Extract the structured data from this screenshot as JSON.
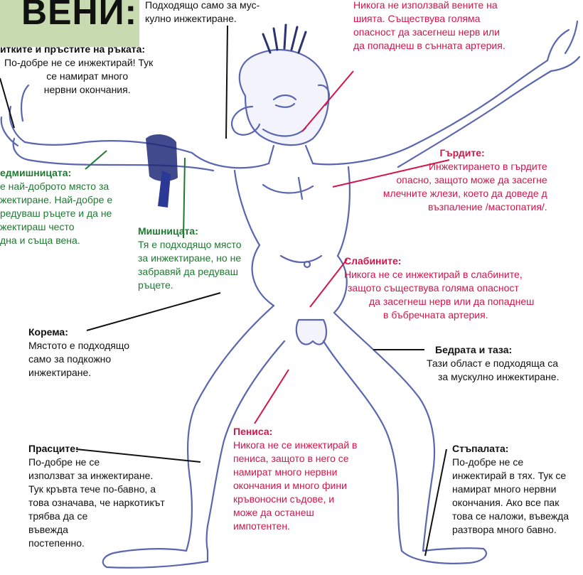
{
  "title": "ВЕНИ:",
  "labels": {
    "muscle_top": [
      "Подходящо само за мус-",
      "кулно инжектиране."
    ],
    "neck": [
      "Никога не използвай вените на",
      "шията. Съществува голяма",
      "опасност да засегнеш нерв или",
      "да попаднеш в сънната артерия."
    ],
    "fingers": {
      "heading": "итките и пръстите на ръката:",
      "lines": [
        "По-добре не се инжектирай! Тук",
        "се намират много",
        "нервни окончания."
      ]
    },
    "forearm": {
      "heading": "едмишницата:",
      "lines": [
        "е най-доброто място за",
        "жектиране. Най-добре е",
        "редуваш ръцете и да не",
        "жектираш често",
        "дна и съща вена."
      ]
    },
    "armpit": {
      "heading": "Мишницата:",
      "lines": [
        "Тя е подходящо място",
        "за инжектиране, но не",
        "забравяй да редуваш",
        "ръцете."
      ]
    },
    "breasts": {
      "heading": "Гърдите:",
      "lines": [
        "Инжектирането в гърдите",
        "опасно, защото може да засегне",
        "млечните жлези, което да доведе д",
        "възпаление /мастопатия/."
      ]
    },
    "groin": {
      "heading": "Слабините:",
      "lines": [
        "Никога не се инжектирай в слабините,",
        "защото съществува голяма опасност",
        "да засегнеш нерв или да попаднеш",
        "в бъбречната артерия."
      ]
    },
    "belly": {
      "heading": "Корема:",
      "lines": [
        "Мястото е подходящо",
        "само за подкожно",
        "инжектиране."
      ]
    },
    "thigh": {
      "heading": "Бедрата и таза:",
      "lines": [
        "Тази област е подходяща са",
        "за мускулно инжектиране."
      ]
    },
    "calves": {
      "heading": "Прасците:",
      "lines": [
        "По-добре не се",
        "използват за инжектиране.",
        "Тук кръвта тече по-бавно, а",
        "това означава, че наркотикът",
        "трябва да се",
        "въвежда",
        "постепенно."
      ]
    },
    "penis": {
      "heading": "Пениса:",
      "lines": [
        "Никога не се инжектирай в",
        "пениса, защото в него се",
        "намират много нервни",
        "окончания и много фини",
        "кръвоносни съдове, и",
        "може да останеш",
        "импотентен."
      ]
    },
    "feet": {
      "heading": "Стъпалата:",
      "lines": [
        "По-добре не се",
        "инжектирай в тях. Тук се",
        "намират много нервни",
        "окончания. Ако все пак",
        "това се наложи, въвежда",
        "разтвора много бавно."
      ]
    }
  },
  "colors": {
    "danger": "#d4144a",
    "good": "#1d7a30",
    "neutral": "#111111",
    "title_bg": "#c8dab0",
    "sketch": "#3b4a9a",
    "tourniquet": "#1e2a78"
  }
}
